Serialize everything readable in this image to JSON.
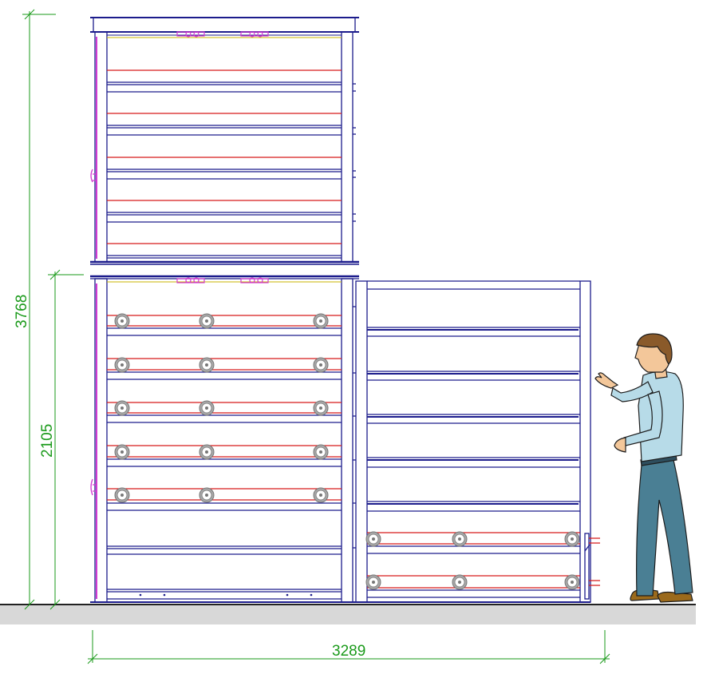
{
  "drawing": {
    "dimensions": {
      "total_height": "3768",
      "lower_height": "2105",
      "total_width": "3289"
    },
    "colors": {
      "frame": "#1c1c8c",
      "rail": "#d81b1b",
      "latch": "#d23ad2",
      "dimension": "#1a9a1a",
      "ground": "#d8d8d8",
      "roller": "#a8a8a8"
    }
  }
}
